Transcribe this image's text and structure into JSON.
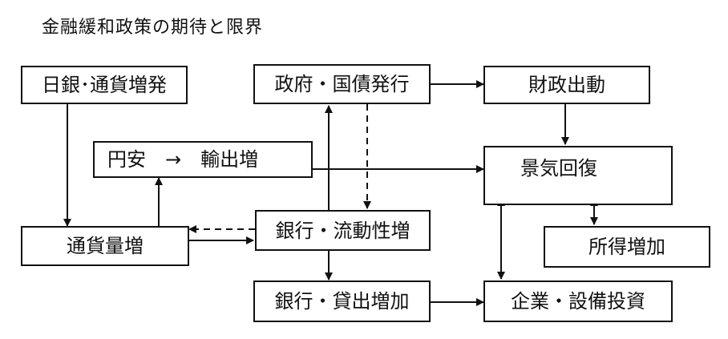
{
  "title": "金融緩和政策の期待と限界",
  "nodes": {
    "boj": "日銀･通貨増発",
    "gov": "政府・国債発行",
    "fiscal": "財政出動",
    "yen": "円安　→　輸出増",
    "recovery": "景気回復",
    "money": "通貨量増",
    "bank_liq": "銀行・流動性増",
    "income": "所得増加",
    "bank_loan": "銀行・貸出増加",
    "invest": "企業・設備投資"
  }
}
